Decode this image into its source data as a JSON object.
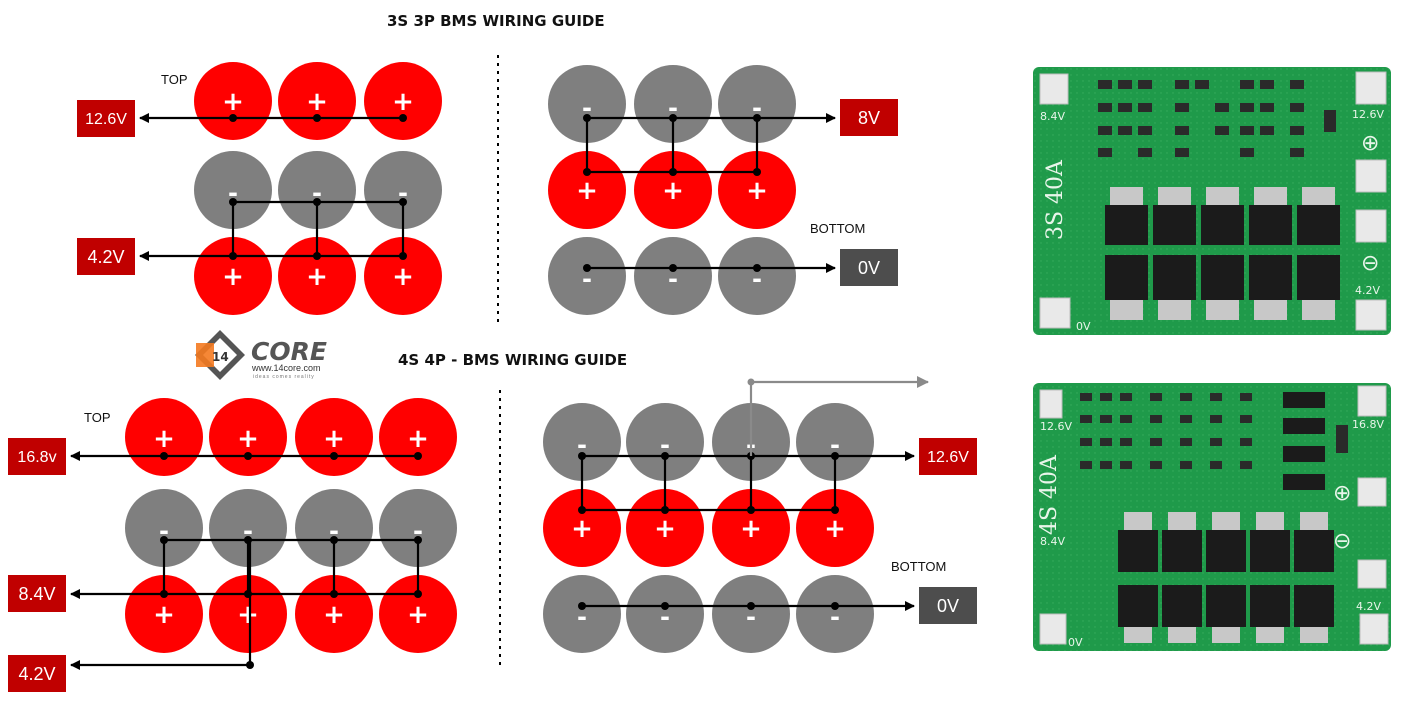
{
  "titles": {
    "top": "3S 3P BMS WIRING GUIDE",
    "bottom": "4S 4P - BMS WIRING GUIDE"
  },
  "labels": {
    "top": "TOP",
    "bottom": "BOTTOM"
  },
  "symbols": {
    "plus": "+",
    "minus": "-"
  },
  "logo": {
    "name": "CORE",
    "url": "www.14core.com",
    "tagline": "ideas comes reality"
  },
  "voltages_3s": {
    "top_left": "12.6V",
    "mid_left": "4.2V",
    "right_top": "8V",
    "right_bottom": "0V"
  },
  "voltages_4s": {
    "top_left": "16.8v",
    "mid_left": "8.4V",
    "low_left": "4.2V",
    "right_top": "12.6V",
    "right_bottom": "0V"
  },
  "pcb_3s": {
    "model": "3S 40A",
    "pads": [
      "8.4V",
      "12.6V",
      "4.2V",
      "0V"
    ]
  },
  "pcb_4s": {
    "model": "4S 40A",
    "pads": [
      "12.6V",
      "16.8V",
      "8.4V",
      "4.2V",
      "0V"
    ]
  },
  "colors": {
    "red_cell": "#ff0000",
    "grey_cell": "#7f7f7f",
    "voltage_box_red": "#c00000",
    "voltage_box_grey": "#4d4d4d",
    "pcb_green": "#1f9a4a",
    "logo_orange": "#f47a20"
  }
}
